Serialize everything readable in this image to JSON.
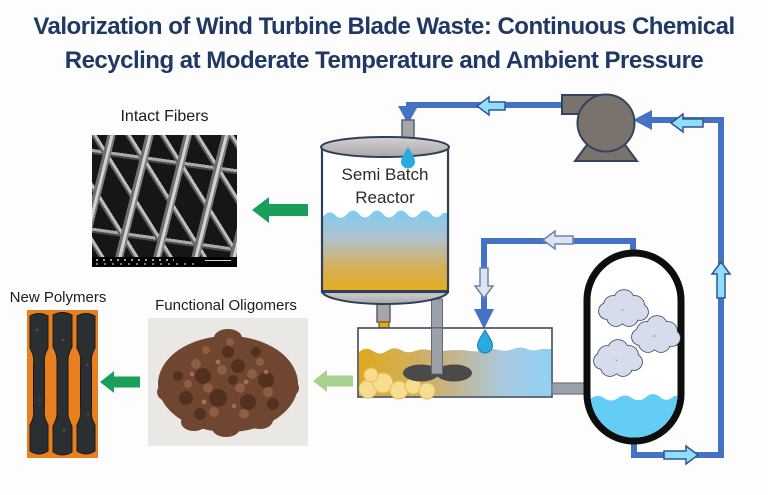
{
  "title": {
    "line1": "Valorization of Wind Turbine Blade Waste: Continuous Chemical",
    "line2": "Recycling at Moderate Temperature and Ambient Pressure"
  },
  "figures": {
    "intact_fibers_label": "Intact Fibers",
    "new_polymers_label": "New Polymers",
    "functional_oligomers_label": "Functional Oligomers"
  },
  "reactor": {
    "label_line1": "Semi Batch",
    "label_line2": "Reactor"
  },
  "icons": {
    "drop": "water-drop-icon",
    "clouds": "vapor-cloud-icon",
    "pump": "centrifugal-pump-icon"
  },
  "colors": {
    "title_text": "#1f3864",
    "pipe_blue": "#4472c4",
    "flow_arrow_cyan": "#90dff8",
    "vapor_arrow_light": "#dde4f1",
    "green_arrow": "#18a05a",
    "light_green_arrow": "#a9d18e",
    "gold_arrow": "#e2a71f",
    "reactor_liquid_top": "#7ecdf3",
    "reactor_liquid_bottom": "#e6ac1e",
    "condensate_liquid": "#63cdf6",
    "cloud_fill": "#d6dcec",
    "pump_gray": "#7a736d",
    "metal_gray": "#a6a6a6",
    "polymer_background": "#e8801f",
    "powder_brown": "#714631",
    "water_drop_blue": "#29abe2"
  }
}
